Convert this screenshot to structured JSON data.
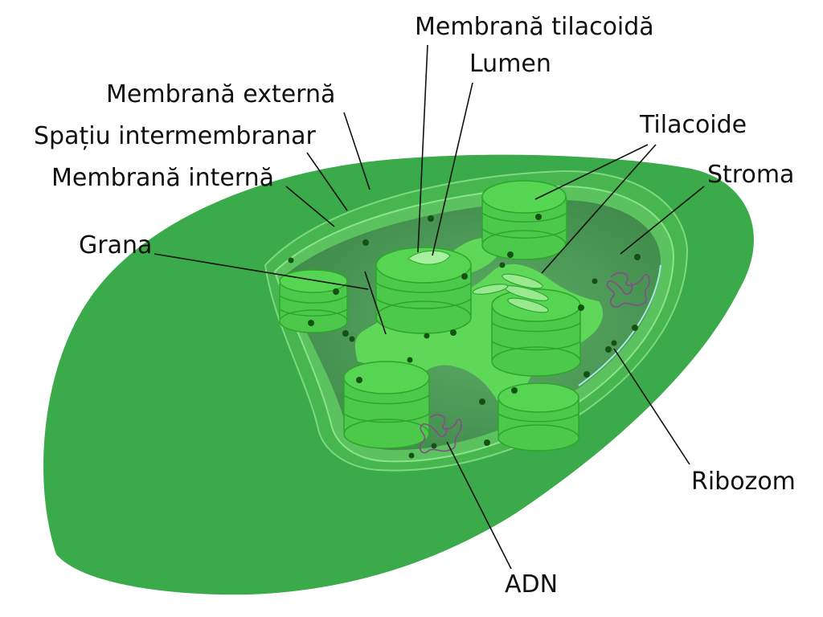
{
  "labels": {
    "membrana_tilacoida": "Membrană tilacoidă",
    "lumen": "Lumen",
    "membrana_externa": "Membrană externă",
    "spatiu_intermembranar": "Spațiu intermembranar",
    "membrana_interna": "Membrană internă",
    "tilacoide": "Tilacoide",
    "stroma": "Stroma",
    "grana": "Grana",
    "ribozom": "Ribozom",
    "adn": "ADN"
  },
  "colors": {
    "outer_body": "#3aaa4a",
    "inner_membrane": "#5cc25f",
    "stroma": "#4f9c5a",
    "thylakoid": "#4cc94a",
    "thylakoid_light": "#7fe07a",
    "ribosome": "#145214",
    "dna": "#8a4a8c"
  }
}
